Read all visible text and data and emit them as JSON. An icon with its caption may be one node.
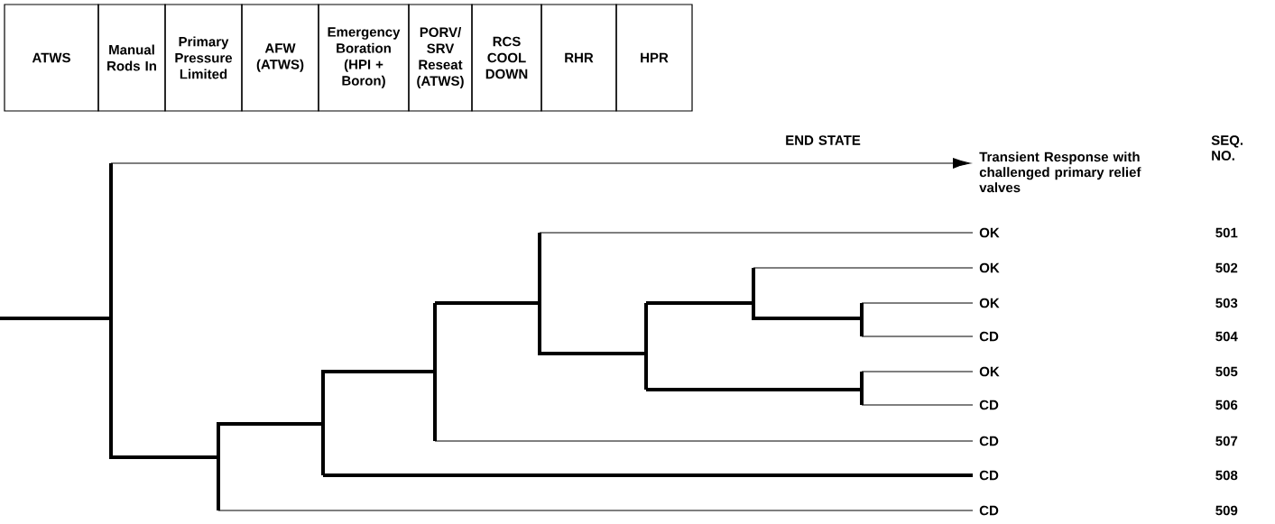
{
  "diagram": {
    "nodes": [
      {
        "text": [
          "ATWS"
        ]
      },
      {
        "text": [
          "Manual Rods In"
        ]
      },
      {
        "text": [
          "Primary Pressure Limited"
        ]
      },
      {
        "text": [
          "AFW (ATWS)"
        ]
      },
      {
        "text": [
          "Emergency Boration (HPI + Boron)"
        ]
      },
      {
        "text": [
          "PORV/ SRV Reseat (ATWS)"
        ]
      },
      {
        "text": [
          "RCS COOL DOWN"
        ]
      },
      {
        "text": [
          "RHR"
        ]
      },
      {
        "text": [
          "HPR"
        ]
      },
      {
        "text": [
          "Transient Response with challenged primary relief valves"
        ]
      },
      {
        "text": [
          "OK"
        ]
      },
      {
        "text": [
          "OK"
        ]
      },
      {
        "text": [
          "OK"
        ]
      },
      {
        "text": [
          "CD"
        ]
      },
      {
        "text": [
          "OK"
        ]
      },
      {
        "text": [
          "CD"
        ]
      },
      {
        "text": [
          "CD"
        ]
      },
      {
        "text": [
          "CD"
        ]
      },
      {
        "text": [
          "CD"
        ]
      }
    ],
    "edges": [
      {
        "from": null,
        "to": 9,
        "arrow": "to"
      },
      {
        "from": null,
        "to": 10,
        "arrow": "none"
      },
      {
        "from": null,
        "to": 11,
        "arrow": "none"
      },
      {
        "from": null,
        "to": 12,
        "arrow": "none"
      },
      {
        "from": null,
        "to": 13,
        "arrow": "none"
      },
      {
        "from": null,
        "to": 14,
        "arrow": "none"
      },
      {
        "from": null,
        "to": 15,
        "arrow": "none"
      },
      {
        "from": null,
        "to": 16,
        "arrow": "none"
      },
      {
        "from": null,
        "to": 17,
        "arrow": "none",
        "style": "thick"
      },
      {
        "from": null,
        "to": 18,
        "arrow": "none"
      }
    ],
    "labels": [
      "END STATE",
      "SEQ. NO.",
      "501",
      "502",
      "503",
      "504",
      "505",
      "506",
      "507",
      "508",
      "509"
    ]
  }
}
